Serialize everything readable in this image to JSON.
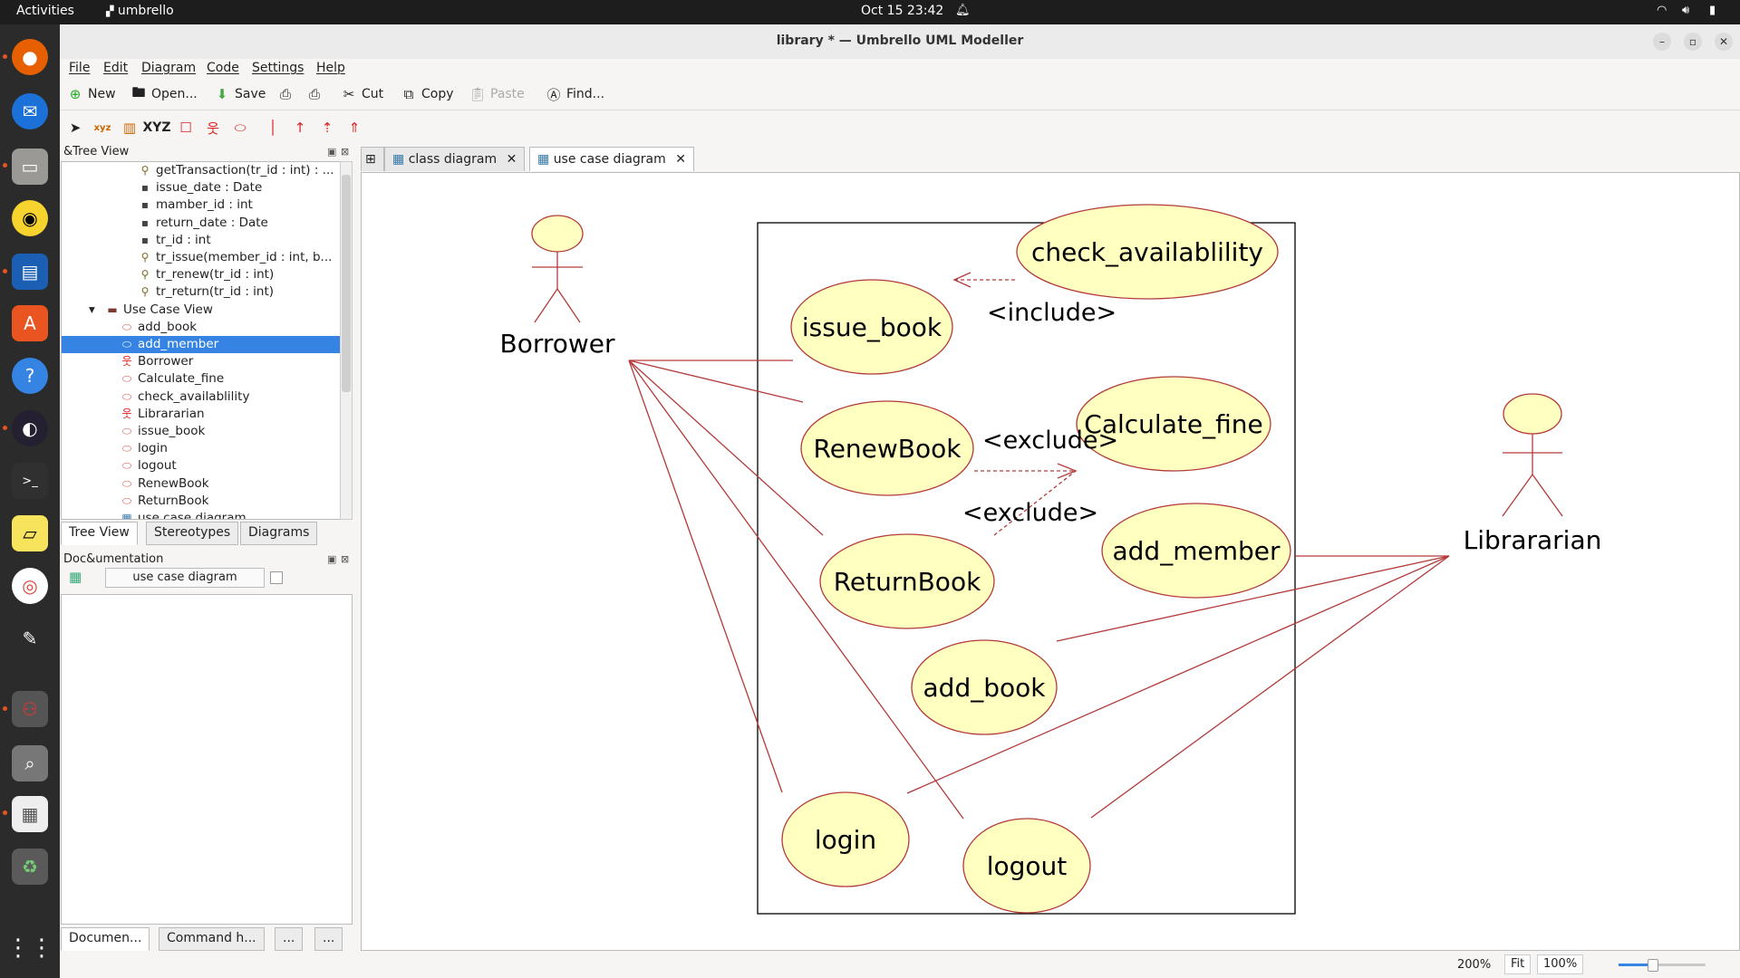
{
  "topbar": {
    "activities": "Activities",
    "app": "umbrello",
    "clock": "Oct 15  23:42"
  },
  "window": {
    "title": "library * — Umbrello UML Modeller"
  },
  "menus": [
    "File",
    "Edit",
    "Diagram",
    "Code",
    "Settings",
    "Help"
  ],
  "toolbar": {
    "new": "New",
    "open": "Open...",
    "save": "Save",
    "cut": "Cut",
    "copy": "Copy",
    "paste": "Paste",
    "find": "Find..."
  },
  "tree_panel": {
    "title": "&Tree View",
    "rows": [
      {
        "label": "getTransaction(tr_id : int) : ...",
        "icon": "operation-icon",
        "indent": 2
      },
      {
        "label": "issue_date : Date",
        "icon": "attribute-icon",
        "indent": 2
      },
      {
        "label": "mamber_id : int",
        "icon": "attribute-icon",
        "indent": 2
      },
      {
        "label": "return_date : Date",
        "icon": "attribute-icon",
        "indent": 2
      },
      {
        "label": "tr_id : int",
        "icon": "attribute-icon",
        "indent": 2
      },
      {
        "label": "tr_issue(member_id : int, b...",
        "icon": "operation-icon",
        "indent": 2
      },
      {
        "label": "tr_renew(tr_id : int)",
        "icon": "operation-icon",
        "indent": 2
      },
      {
        "label": "tr_return(tr_id : int)",
        "icon": "operation-icon",
        "indent": 2
      },
      {
        "label": "Use Case View",
        "icon": "folder-icon",
        "indent": 1
      },
      {
        "label": "add_book",
        "icon": "usecase-icon",
        "indent": 2
      },
      {
        "label": "add_member",
        "icon": "usecase-icon",
        "indent": 2,
        "selected": true
      },
      {
        "label": "Borrower",
        "icon": "actor-icon",
        "indent": 2
      },
      {
        "label": "Calculate_fine",
        "icon": "usecase-icon",
        "indent": 2
      },
      {
        "label": "check_availablility",
        "icon": "usecase-icon",
        "indent": 2
      },
      {
        "label": "Librararian",
        "icon": "actor-icon",
        "indent": 2
      },
      {
        "label": "issue_book",
        "icon": "usecase-icon",
        "indent": 2
      },
      {
        "label": "login",
        "icon": "usecase-icon",
        "indent": 2
      },
      {
        "label": "logout",
        "icon": "usecase-icon",
        "indent": 2
      },
      {
        "label": "RenewBook",
        "icon": "usecase-icon",
        "indent": 2
      },
      {
        "label": "ReturnBook",
        "icon": "usecase-icon",
        "indent": 2
      },
      {
        "label": "use case diagram",
        "icon": "diagram-icon",
        "indent": 2
      }
    ],
    "tabs": [
      "Tree View",
      "Stereotypes",
      "Diagrams"
    ]
  },
  "doc_panel": {
    "title": "Doc&umentation",
    "field": "use case diagram",
    "tabs": [
      "Documen...",
      "Command h...",
      "...",
      "..."
    ]
  },
  "canvas_tabs": [
    "class diagram",
    "use case diagram"
  ],
  "diagram": {
    "actors": [
      "Borrower",
      "Librararian"
    ],
    "usecases": [
      "check_availablility",
      "issue_book",
      "RenewBook",
      "Calculate_fine",
      "add_member",
      "ReturnBook",
      "add_book",
      "login",
      "logout"
    ],
    "relations": [
      "<include>",
      "<exclude>",
      "<exclude>"
    ]
  },
  "statusbar": {
    "zoom": "200%",
    "fit": "Fit",
    "hundred": "100%"
  },
  "colors": {
    "usecase_fill": "#ffffc0",
    "usecase_stroke": "#b33a3a",
    "line": "#b33a3a",
    "selection": "#3584e4"
  }
}
